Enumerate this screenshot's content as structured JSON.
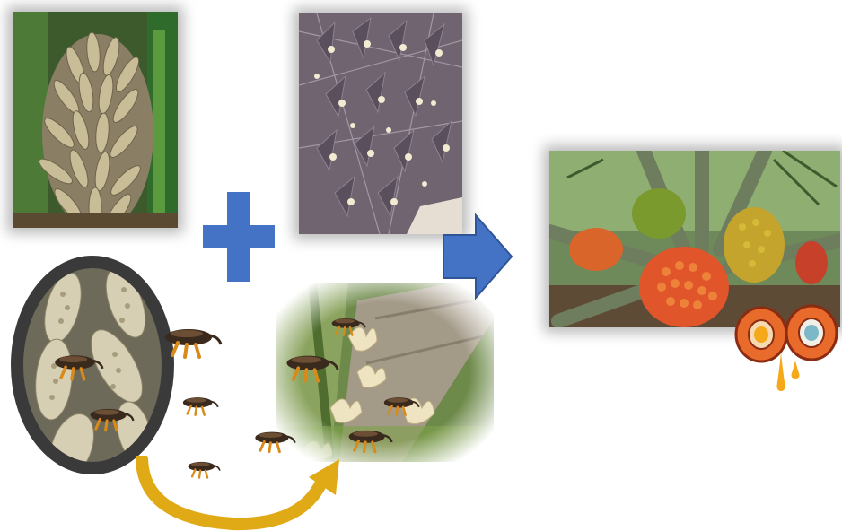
{
  "colors": {
    "plus": "#4472c4",
    "arrow": "#4472c4",
    "curve_arrow": "#e0a916",
    "oval_frame": "#3a3a3a",
    "fruit_orange": "#e96b2c",
    "oil_drop": "#f4a81a"
  },
  "icons": [
    "plus-icon",
    "right-arrow-icon",
    "curved-arrow-icon",
    "weevil-icon",
    "palm-fruit-icon"
  ],
  "panels": [
    {
      "name": "male-inflorescence-photo"
    },
    {
      "name": "female-inflorescence-photo"
    },
    {
      "name": "fruit-bunches-photo"
    },
    {
      "name": "pollen-closeup-photo"
    },
    {
      "name": "female-flowers-photo"
    }
  ]
}
